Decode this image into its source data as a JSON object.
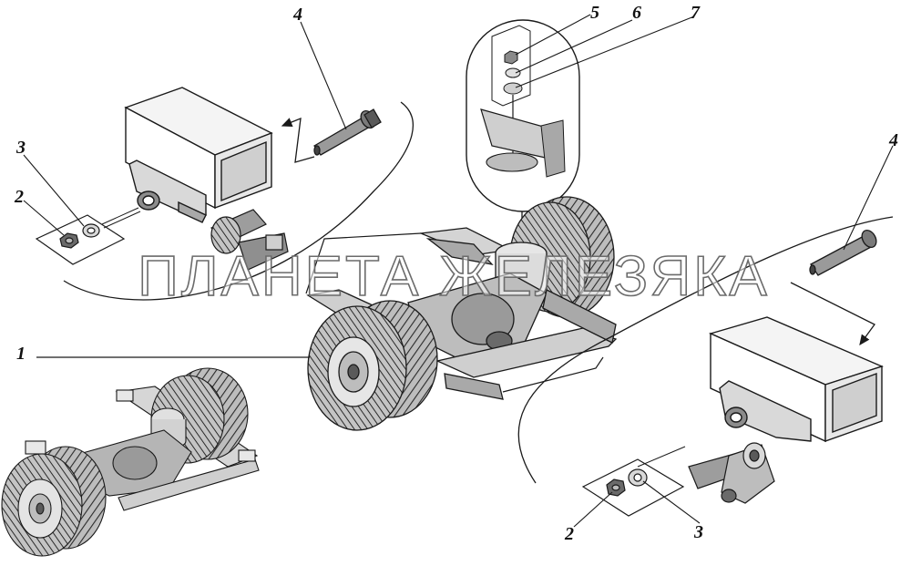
{
  "callouts": {
    "c1": "1",
    "c2_left": "2",
    "c3_left": "3",
    "c4_left": "4",
    "c5": "5",
    "c6": "6",
    "c7": "7",
    "c4_right": "4",
    "c2_right": "2",
    "c3_right": "3"
  },
  "watermark": "ПЛАНЕТА ЖЕЛЕЗЯКА",
  "colors": {
    "line": "#1a1a1a",
    "shade": "#9a9a9a",
    "dark": "#4a4a4a",
    "light": "#d8d8d8"
  }
}
